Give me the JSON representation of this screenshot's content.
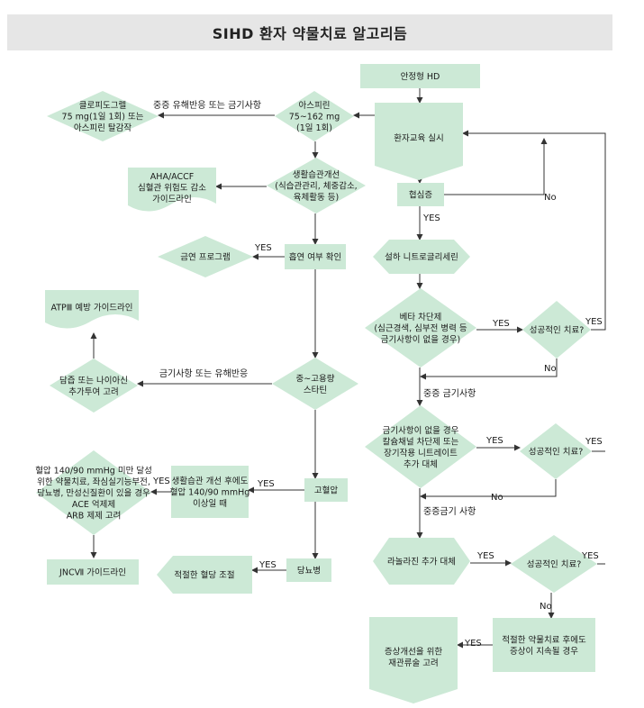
{
  "title": "SIHD 환자 약물치료 알고리듬",
  "colors": {
    "node_fill": "#cce9d6",
    "line": "#333333",
    "title_bg": "#e6e6e6"
  },
  "nodes": {
    "stable_hd": [
      "안정형 HD"
    ],
    "patient_education": [
      "환자교육 실시"
    ],
    "angina": [
      "협심증"
    ],
    "sublingual_ntg": [
      "설하 니트로글리세린"
    ],
    "beta_blocker": [
      "베타 차단제",
      "(심근경색, 심부전 병력 등",
      "금기사항이 없을 경우)"
    ],
    "success_1": [
      "성공적인 치료?"
    ],
    "ccb_or_nitrate": [
      "금기사항이 없을 경우",
      "칼슘채널 차단제 또는",
      "장기작용 니트레이트",
      "추가 대체"
    ],
    "success_2": [
      "성공적인 치료?"
    ],
    "ranolazine": [
      "라놀라진 추가 대체"
    ],
    "success_3": [
      "성공적인 치료?"
    ],
    "persistent_symptoms": [
      "적절한 약물치료 후에도",
      "증상이 지속될 경우"
    ],
    "revascularization": [
      "증상개선을 위한",
      "재관류술 고려"
    ],
    "aspirin": [
      "아스피린",
      "75~162 mg",
      "(1일 1회)"
    ],
    "clopidogrel": [
      "클로피도그렐",
      "75 mg(1일 1회) 또는",
      "아스피린 탈감작"
    ],
    "lifestyle": [
      "생활습관개선",
      "(식습관관리, 체중감소,",
      "육체활동 등)"
    ],
    "aha_accf": [
      "AHA/ACCF",
      "심혈관 위험도 감소",
      "가이드라인"
    ],
    "smoking_check": [
      "흡연 여부 확인"
    ],
    "quit_program": [
      "금연 프로그램"
    ],
    "statin": [
      "중~고용량",
      "스타틴"
    ],
    "bile_acid": [
      "담즙 또는 나이아신",
      "추가투여 고려"
    ],
    "atp3": [
      "ATPⅢ 예방 가이드라인"
    ],
    "hypertension": [
      "고혈압"
    ],
    "bp_check": [
      "생활습관 개선 후에도",
      "혈압 140/90 mmHg",
      "이상일 때"
    ],
    "bp_goal": [
      "혈압 140/90 mmHg 미만 달성",
      "위한 약물치료, 좌심실기능부전,",
      "당뇨병, 만성신질환이 있을 경우",
      "ACE 억제제",
      "ARB 제제 고려"
    ],
    "jnc7": [
      "JNCⅦ 가이드라인"
    ],
    "diabetes": [
      "당뇨병"
    ],
    "glucose_control": [
      "적절한 혈당 조절"
    ]
  },
  "edge_labels": {
    "side_effect_contra": "중증 유해반응 또는 금기사항",
    "no_angina": "No",
    "yes_angina": "YES",
    "yes_smoking": "YES",
    "contra_or_adverse": "금기사항 또는 유해반응",
    "yes_bp": "YES",
    "yes_bp_goal": "YES",
    "yes_diabetes": "YES",
    "yes_bb_1": "YES",
    "yes_bb_2": "YES",
    "no_bb": "No",
    "severe_contra_1": "중증 금기사항",
    "yes_ccb_1": "YES",
    "yes_ccb_2": "YES",
    "no_ccb": "No",
    "severe_contra_2": "중증금기 사항",
    "yes_ran_1": "YES",
    "yes_ran_2": "YES",
    "no_ran": "No",
    "yes_revasc": "YES"
  }
}
